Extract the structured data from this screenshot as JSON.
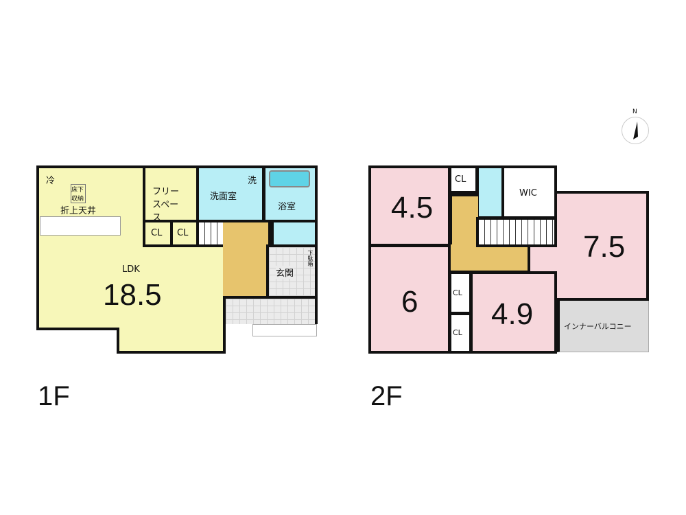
{
  "floor1": {
    "label": "1F",
    "ldk_label": "LDK",
    "ldk_size": "18.5",
    "fridge": "冷",
    "underfloor": "床下収納",
    "ceiling": "折上天井",
    "free_space": "フリースペース",
    "cl1": "CL",
    "cl2": "CL",
    "washroom": "洗面室",
    "washer": "洗",
    "bath": "浴室",
    "entrance": "玄関",
    "shoe_box": "下駄箱"
  },
  "floor2": {
    "label": "2F",
    "room1": "4.5",
    "room2": "6",
    "room3": "4.9",
    "room4": "7.5",
    "cl1": "CL",
    "cl2": "CL",
    "cl3": "CL",
    "wic": "WIC",
    "balcony": "インナーバルコニー"
  },
  "compass": {
    "north": "N"
  },
  "colors": {
    "ldk": "#f7f7b9",
    "bedroom": "#f7d7dc",
    "water": "#b8eef6",
    "hall": "#e7c46d"
  }
}
